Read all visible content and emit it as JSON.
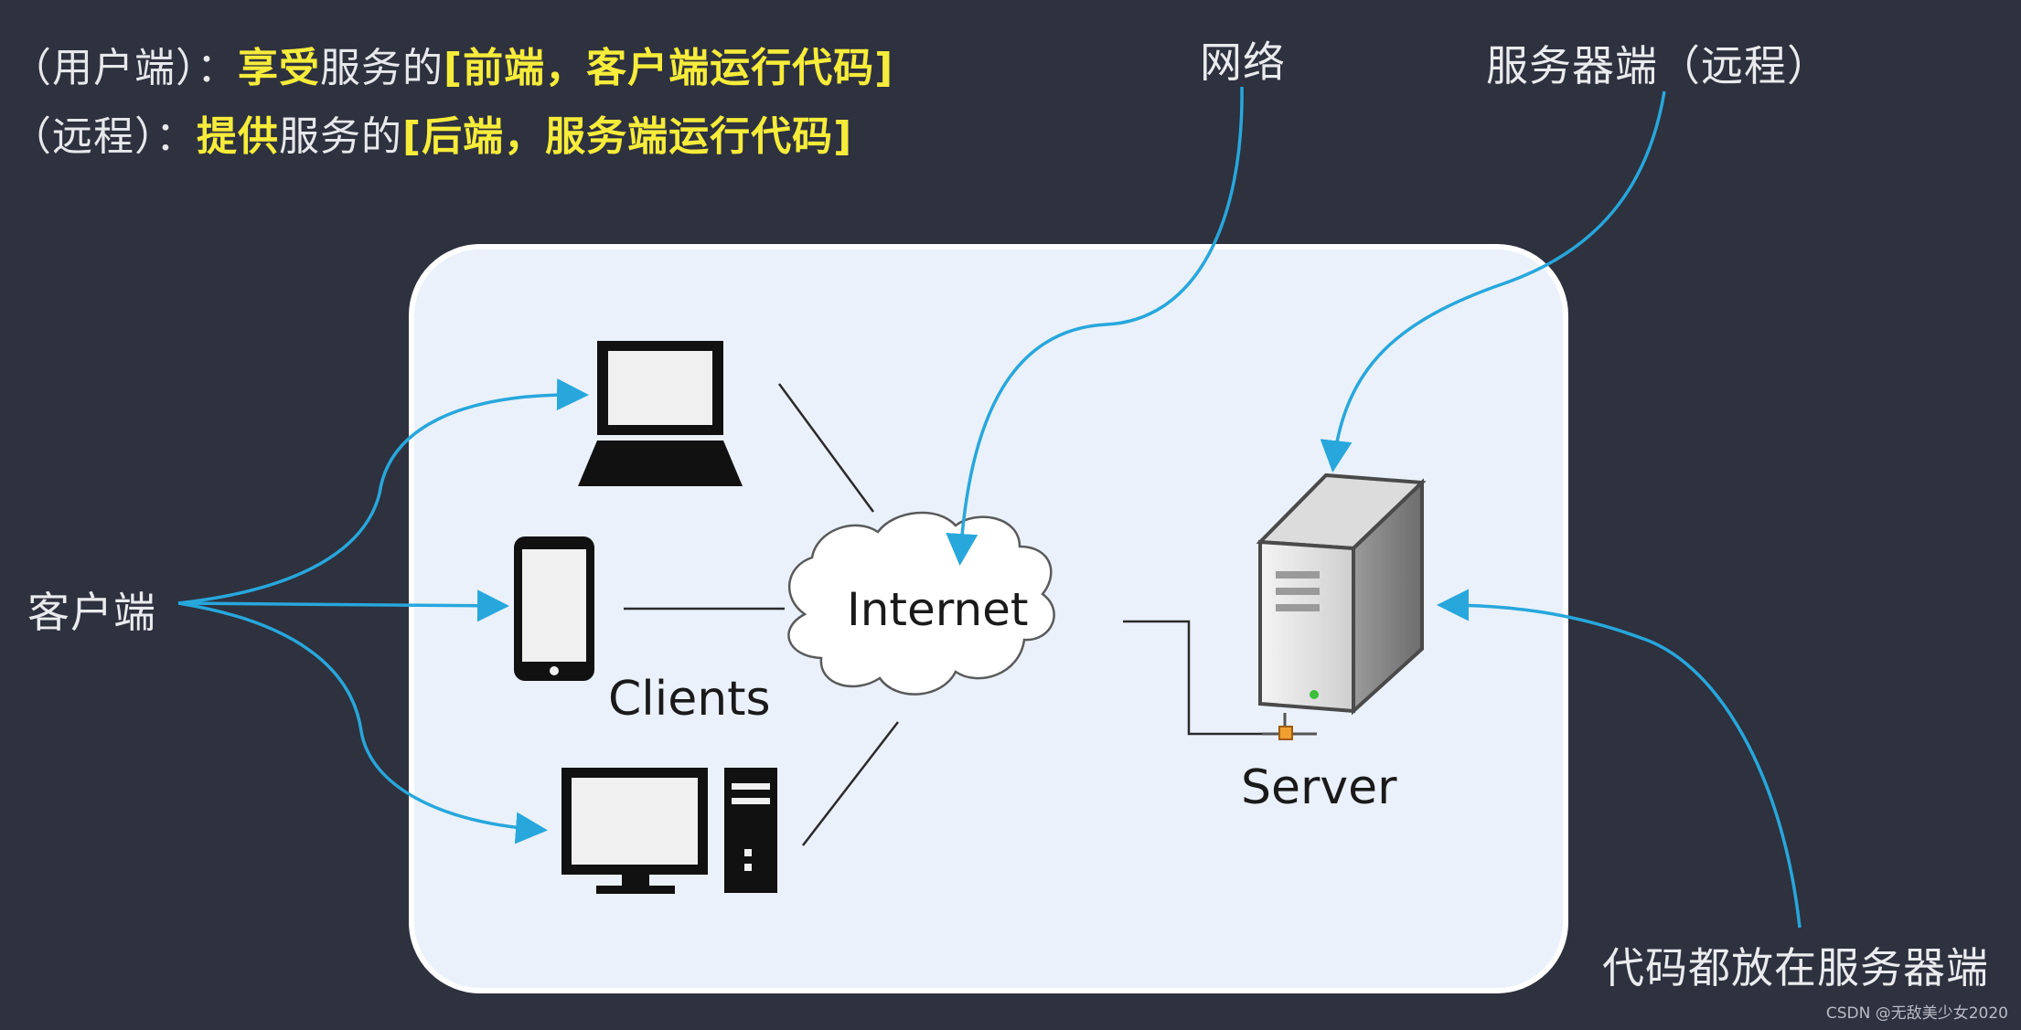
{
  "header": {
    "line1": {
      "prefix": "（用户端）：",
      "highlight_a": "享受",
      "middle": "服务的",
      "highlight_b": "[前端，客户端运行代码]"
    },
    "line2": {
      "prefix": "（远程）：",
      "highlight_a": "提供",
      "middle": "服务的",
      "highlight_b": "[后端，服务端运行代码]"
    }
  },
  "annotations": {
    "network": "网络",
    "server_remote": "服务器端（远程）",
    "client": "客户端",
    "code_on_server": "代码都放在服务器端"
  },
  "diagram": {
    "cloud_label": "Internet",
    "clients_label": "Clients",
    "server_label": "Server"
  },
  "watermark": "CSDN @无敌美少女2020",
  "colors": {
    "background": "#2e313e",
    "panel": "#eaf1fb",
    "highlight": "#f6ec3a",
    "arrow": "#27a7dc",
    "text_light": "#e6e8ec"
  }
}
